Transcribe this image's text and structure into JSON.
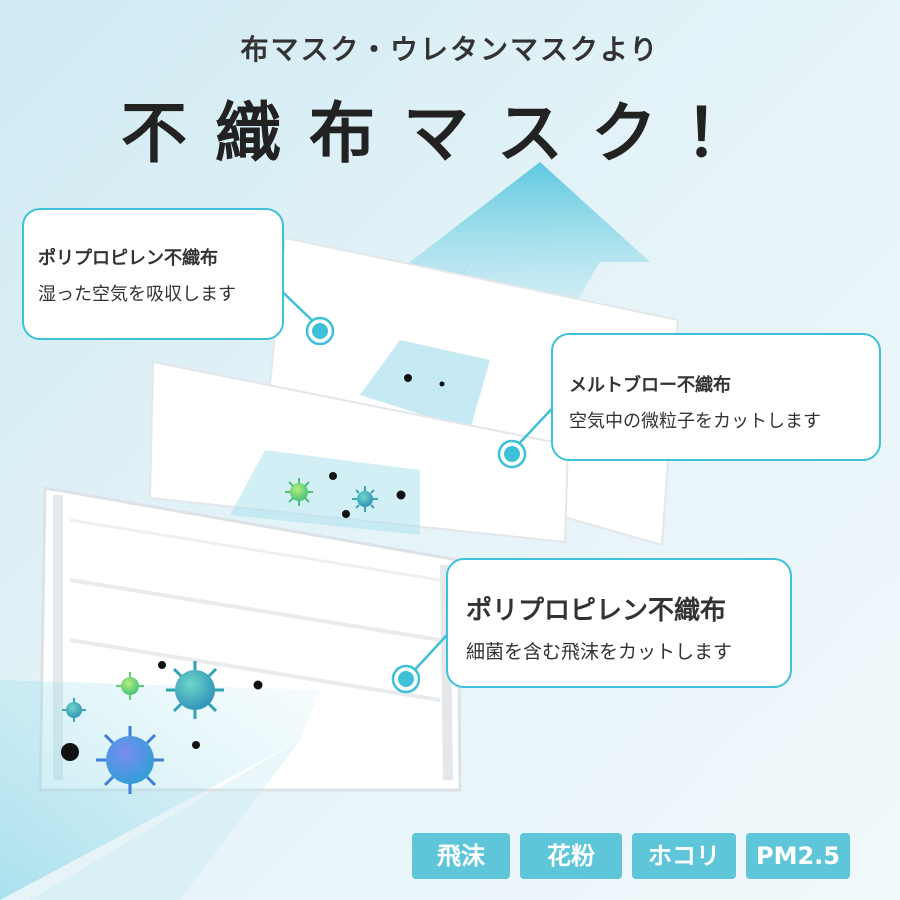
{
  "header": {
    "subtitle": "布マスク・ウレタンマスクより",
    "title": "不織布マスク！"
  },
  "callouts": [
    {
      "heading": "ポリプロピレン不織布",
      "text": "湿った空気を吸収します"
    },
    {
      "heading": "メルトブロー不織布",
      "text": "空気中の微粒子をカットします"
    },
    {
      "heading": "ポリプロピレン不織布",
      "text": "細菌を含む飛沫をカットします"
    }
  ],
  "tags": [
    "飛沫",
    "花粉",
    "ホコリ",
    "PM2.5"
  ],
  "colors": {
    "accent": "#3ec0d8",
    "tag_bg": "#5fc6d9",
    "arrow": "#6fcfe3",
    "virus_blue": "#4f7de0",
    "virus_green": "#7fd86a",
    "virus_teal": "#3fb6b0"
  }
}
